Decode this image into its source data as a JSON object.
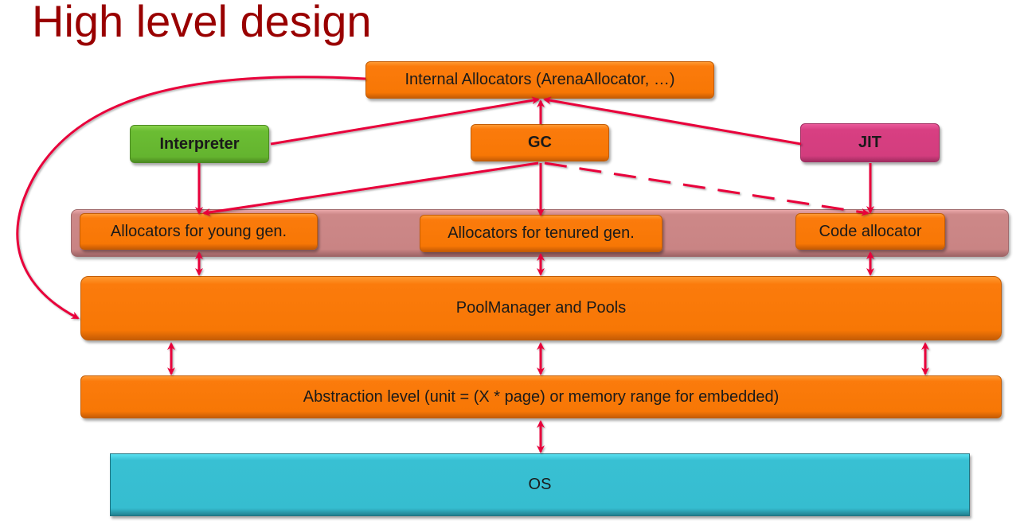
{
  "slide": {
    "title": "High level design"
  },
  "diagram": {
    "nodes": {
      "internal_allocators": {
        "label": "Internal Allocators (ArenaAllocator, …)",
        "color": "#f77705"
      },
      "interpreter": {
        "label": "Interpreter",
        "color": "#64b42f"
      },
      "gc": {
        "label": "GC",
        "color": "#f77705"
      },
      "jit": {
        "label": "JIT",
        "color": "#d33d7e"
      },
      "allocators_band": {
        "label": "",
        "color": "#c98484"
      },
      "young_gen": {
        "label": "Allocators for young gen.",
        "color": "#f77705"
      },
      "tenured_gen": {
        "label": "Allocators for tenured gen.",
        "color": "#f77705"
      },
      "code_allocator": {
        "label": "Code allocator",
        "color": "#f77705"
      },
      "pool_manager": {
        "label": "PoolManager and Pools",
        "color": "#f77705"
      },
      "abstraction": {
        "label": "Abstraction level (unit = (X * page) or memory range for embedded)",
        "color": "#f77705"
      },
      "os": {
        "label": "OS",
        "color": "#36bdd0"
      }
    },
    "edges": [
      {
        "from": "interpreter",
        "to": "internal_allocators",
        "style": "solid",
        "direction": "forward"
      },
      {
        "from": "gc",
        "to": "internal_allocators",
        "style": "solid",
        "direction": "forward"
      },
      {
        "from": "jit",
        "to": "internal_allocators",
        "style": "solid",
        "direction": "forward"
      },
      {
        "from": "internal_allocators",
        "to": "pool_manager",
        "style": "solid",
        "direction": "forward"
      },
      {
        "from": "interpreter",
        "to": "young_gen",
        "style": "solid",
        "direction": "forward"
      },
      {
        "from": "gc",
        "to": "young_gen",
        "style": "solid",
        "direction": "forward"
      },
      {
        "from": "gc",
        "to": "tenured_gen",
        "style": "solid",
        "direction": "forward"
      },
      {
        "from": "gc",
        "to": "code_allocator",
        "style": "dashed",
        "direction": "forward"
      },
      {
        "from": "jit",
        "to": "code_allocator",
        "style": "solid",
        "direction": "forward"
      },
      {
        "from": "young_gen",
        "to": "pool_manager",
        "style": "solid",
        "direction": "both"
      },
      {
        "from": "tenured_gen",
        "to": "pool_manager",
        "style": "solid",
        "direction": "both"
      },
      {
        "from": "code_allocator",
        "to": "pool_manager",
        "style": "solid",
        "direction": "both"
      },
      {
        "from": "pool_manager",
        "to": "abstraction",
        "style": "solid",
        "direction": "both"
      },
      {
        "from": "pool_manager",
        "to": "abstraction",
        "style": "solid",
        "direction": "both"
      },
      {
        "from": "pool_manager",
        "to": "abstraction",
        "style": "solid",
        "direction": "both"
      },
      {
        "from": "abstraction",
        "to": "os",
        "style": "solid",
        "direction": "both"
      }
    ],
    "arrow_color": "#e8003a"
  }
}
